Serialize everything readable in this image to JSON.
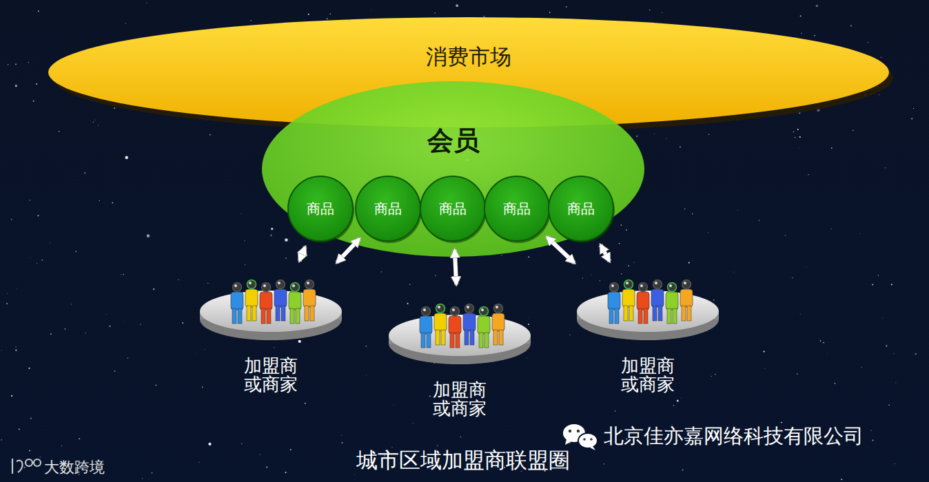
{
  "diagram": {
    "caption": "城市区域加盟商联盟圈",
    "nodes": [
      {
        "text": [
          "消费市场"
        ]
      },
      {
        "text": [
          "会员"
        ]
      },
      {
        "text": [
          "商品"
        ],
        "in": 1
      },
      {
        "text": [
          "商品"
        ],
        "in": 1
      },
      {
        "text": [
          "商品"
        ],
        "in": 1
      },
      {
        "text": [
          "商品"
        ],
        "in": 1
      },
      {
        "text": [
          "商品"
        ],
        "in": 1
      },
      {
        "text": [
          "加盟商 或商家"
        ]
      },
      {
        "text": [
          "加盟商 或商家"
        ]
      },
      {
        "text": [
          "加盟商 或商家"
        ]
      }
    ],
    "edges": [
      {
        "from": 7,
        "to": 2,
        "arrow": "both"
      },
      {
        "from": 7,
        "to": 3,
        "arrow": "both"
      },
      {
        "from": 8,
        "to": 4,
        "arrow": "both"
      },
      {
        "from": 9,
        "to": 5,
        "arrow": "both"
      },
      {
        "from": 9,
        "to": 6,
        "arrow": "both"
      }
    ],
    "labels": [
      "北京佳亦嘉网络科技有限公司",
      "大数跨境"
    ]
  }
}
